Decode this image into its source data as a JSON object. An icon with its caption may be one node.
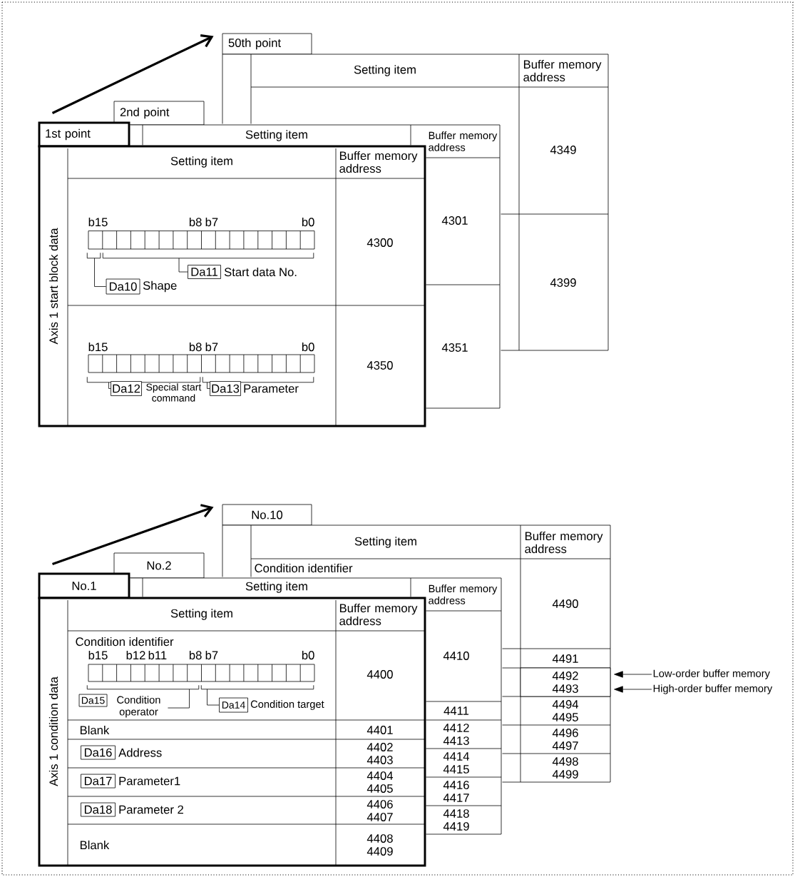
{
  "diagram": {
    "nodes": [
      {
        "text": [
          "50th point"
        ]
      },
      {
        "text": [
          "2nd point"
        ]
      },
      {
        "text": [
          "1st point"
        ]
      },
      {
        "text": [
          "Axis 1 start block data",
          "Setting item",
          "Buffer memory address",
          "4300",
          "4350"
        ]
      },
      {
        "text": [],
        "shape": "bracket",
        "in": 3
      },
      {
        "text": [],
        "shape": "bracket",
        "in": 3
      },
      {
        "text": [],
        "shape": "bracket",
        "in": 3
      },
      {
        "text": [],
        "shape": "bracket",
        "in": 3
      },
      {
        "text": [
          "Da11"
        ],
        "beside": [
          "Start data No."
        ],
        "in": 3
      },
      {
        "text": [
          "Da10"
        ],
        "beside": [
          "Shape"
        ],
        "in": 3
      },
      {
        "text": [
          "Da12"
        ],
        "beside": [
          "Special start command"
        ],
        "in": 3
      },
      {
        "text": [
          "Da13"
        ],
        "beside": [
          "Parameter"
        ],
        "in": 3
      },
      {
        "text": [
          "No.10"
        ]
      },
      {
        "text": [
          "4492 4493"
        ]
      },
      {
        "text": [
          "No.2"
        ]
      },
      {
        "text": [
          "No.1"
        ]
      },
      {
        "text": [
          "Axis 1 condition data",
          "Setting item",
          "Buffer memory address",
          "Condition identifier",
          "4400",
          "Blank",
          "4401",
          "4402 4403",
          "4404 4405",
          "4406 4407",
          "Blank",
          "4408 4409"
        ]
      },
      {
        "text": [],
        "shape": "bracket",
        "in": 16
      },
      {
        "text": [],
        "shape": "bracket",
        "in": 16
      },
      {
        "text": [
          "Da15"
        ],
        "beside": [
          "Condition operator"
        ],
        "in": 16
      },
      {
        "text": [
          "Da14"
        ],
        "beside": [
          "Condition target"
        ],
        "in": 16
      },
      {
        "text": [
          "Da16"
        ],
        "beside": [
          "Address"
        ],
        "in": 16
      },
      {
        "text": [
          "Da17"
        ],
        "beside": [
          "Parameter1"
        ],
        "in": 16
      },
      {
        "text": [
          "Da18"
        ],
        "beside": [
          "Parameter 2"
        ],
        "in": 16
      },
      {
        "text": [
          "Low-order buffer memory"
        ]
      },
      {
        "text": [
          "High-order buffer memory"
        ]
      }
    ],
    "edges": [
      {
        "from": 2,
        "to": 0,
        "arrow": "to",
        "style": "thick"
      },
      {
        "from": 15,
        "to": 12,
        "arrow": "to",
        "style": "thick"
      },
      {
        "from": 8,
        "to": 5,
        "arrow": "none"
      },
      {
        "from": 9,
        "to": 4,
        "arrow": "none"
      },
      {
        "from": 10,
        "to": 6,
        "arrow": "none"
      },
      {
        "from": 11,
        "to": 7,
        "arrow": "none"
      },
      {
        "from": 19,
        "to": 17,
        "arrow": "none"
      },
      {
        "from": 20,
        "to": 18,
        "arrow": "none"
      },
      {
        "from": 24,
        "to": 13,
        "arrow": "to"
      },
      {
        "from": 25,
        "to": 13,
        "arrow": "to"
      }
    ],
    "labels": [
      "b15",
      "b8",
      "b7",
      "b0",
      "b15",
      "b8",
      "b7",
      "b0",
      "b15",
      "b12",
      "b11",
      "b8",
      "b7",
      "b0",
      "Setting item",
      "Buffer memory address",
      "4349",
      "4399",
      "Setting item",
      "Buffer memory address",
      "4301",
      "4351",
      "Setting item",
      "Buffer memory address",
      "Condition identifier",
      "4490",
      "4491",
      "4494 4495",
      "4496 4497",
      "4498 4499",
      "Setting item",
      "Buffer memory address",
      "4410",
      "4411",
      "4412 4413",
      "4414 4415",
      "4416 4417",
      "4418 4419"
    ]
  }
}
